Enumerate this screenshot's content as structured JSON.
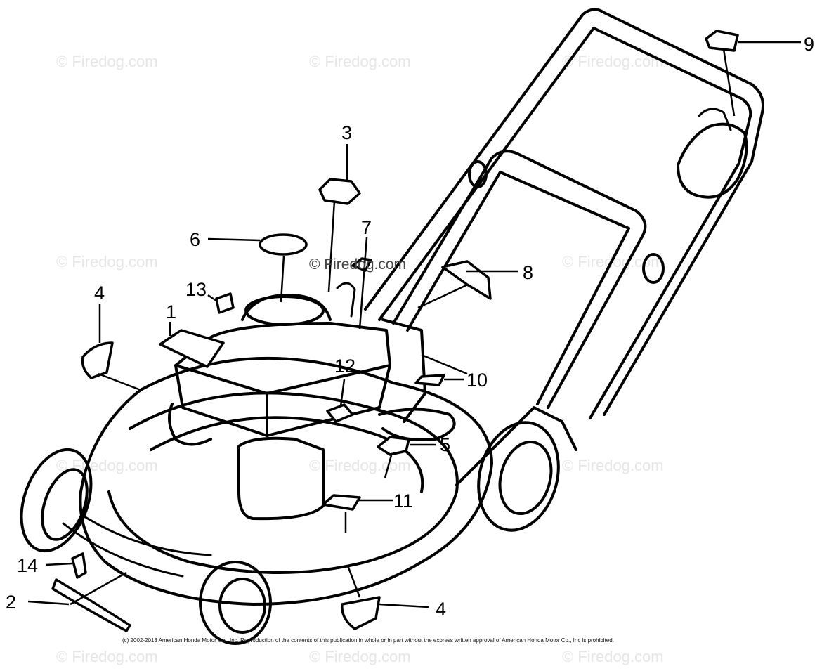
{
  "watermark": "© Firedog.com",
  "copyright": "(c) 2002-2013 American Honda Motor Co., Inc. Reproduction of the contents of this publication in whole or in part without the express written approval of American Honda Motor Co., Inc is prohibited.",
  "callouts": [
    "1",
    "2",
    "3",
    "4",
    "5",
    "6",
    "7",
    "8",
    "9",
    "10",
    "11",
    "12",
    "13",
    "14"
  ]
}
